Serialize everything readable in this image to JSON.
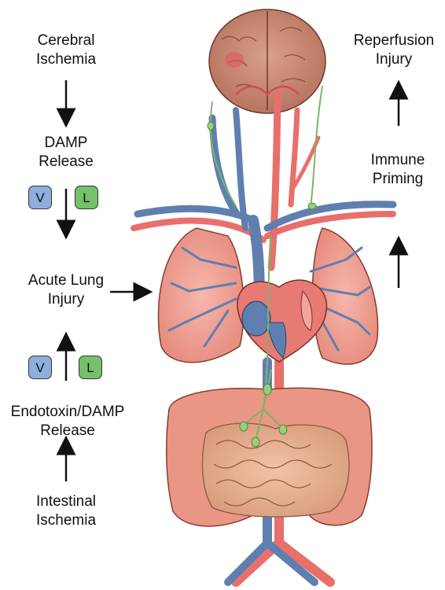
{
  "left": {
    "cerebral": [
      "Cerebral",
      "Ischemia"
    ],
    "damp": [
      "DAMP",
      "Release"
    ],
    "lung": [
      "Acute Lung",
      "Injury"
    ],
    "endotoxin": [
      "Endotoxin/DAMP",
      "Release"
    ],
    "intestinal": [
      "Intestinal",
      "Ischemia"
    ]
  },
  "right": {
    "reperfusion": [
      "Reperfusion",
      "Injury"
    ],
    "immune": [
      "Immune",
      "Priming"
    ]
  },
  "badges": {
    "v": "V",
    "l": "L"
  },
  "colors": {
    "venous": "#5f7fb0",
    "arterial": "#e86f6a",
    "lymph": "#9ccc7e",
    "organ": "#f0a79b"
  }
}
